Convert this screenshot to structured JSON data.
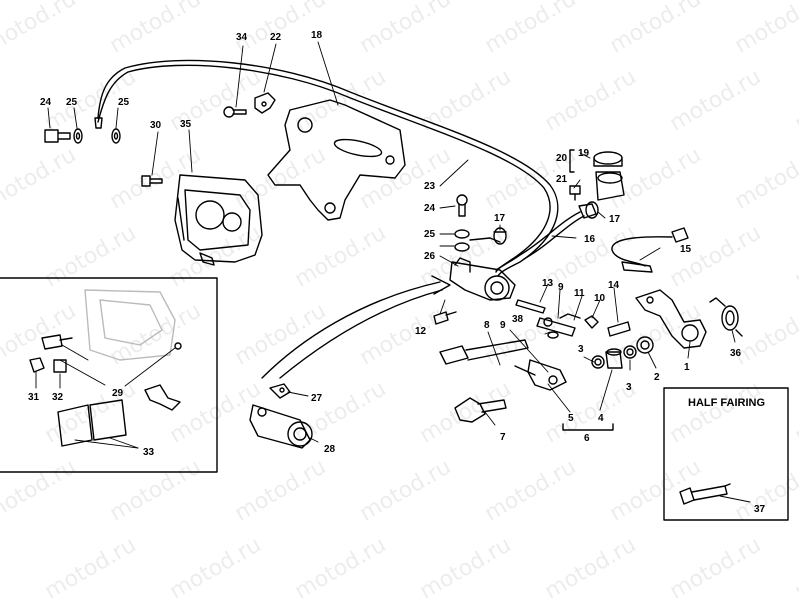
{
  "watermark": "motod.ru",
  "inset_title": "HALF FAIRING",
  "callouts": {
    "c1": "1",
    "c2": "2",
    "c3a": "3",
    "c3b": "3",
    "c4": "4",
    "c5": "5",
    "c6": "6",
    "c7": "7",
    "c8": "8",
    "c9a": "9",
    "c9b": "9",
    "c10": "10",
    "c11": "11",
    "c12": "12",
    "c13": "13",
    "c14": "14",
    "c15": "15",
    "c16": "16",
    "c17a": "17",
    "c17b": "17",
    "c18": "18",
    "c19": "19",
    "c20": "20",
    "c21": "21",
    "c22": "22",
    "c23": "23",
    "c24a": "24",
    "c24b": "24",
    "c25a": "25",
    "c25b": "25",
    "c25c": "25",
    "c26": "26",
    "c27": "27",
    "c28": "28",
    "c29": "29",
    "c30": "30",
    "c31": "31",
    "c32": "32",
    "c33": "33",
    "c34": "34",
    "c35": "35",
    "c36": "36",
    "c37": "37",
    "c38": "38"
  }
}
